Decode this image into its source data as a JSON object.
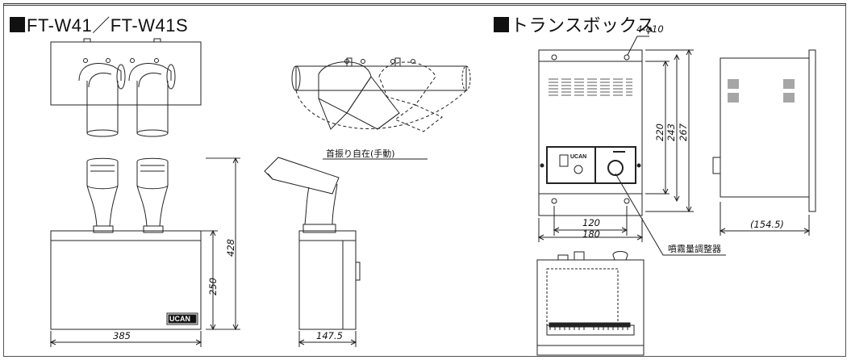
{
  "left_title": "FT-W41／FT-W41S",
  "right_title": "トランスボックス",
  "callouts": {
    "swivel": "首振り自在(手動)",
    "holes": "4-φ10",
    "adjuster": "噴霧量調整器"
  },
  "brand": "UCAN",
  "dimensions": {
    "fan_width": "385",
    "fan_depth": "147.5",
    "fan_body_height": "250",
    "fan_total_height": "428",
    "box_w_inner": "120",
    "box_w_outer": "180",
    "box_h1": "220",
    "box_h2": "243",
    "box_h3": "267",
    "box_depth": "(154.5)"
  }
}
